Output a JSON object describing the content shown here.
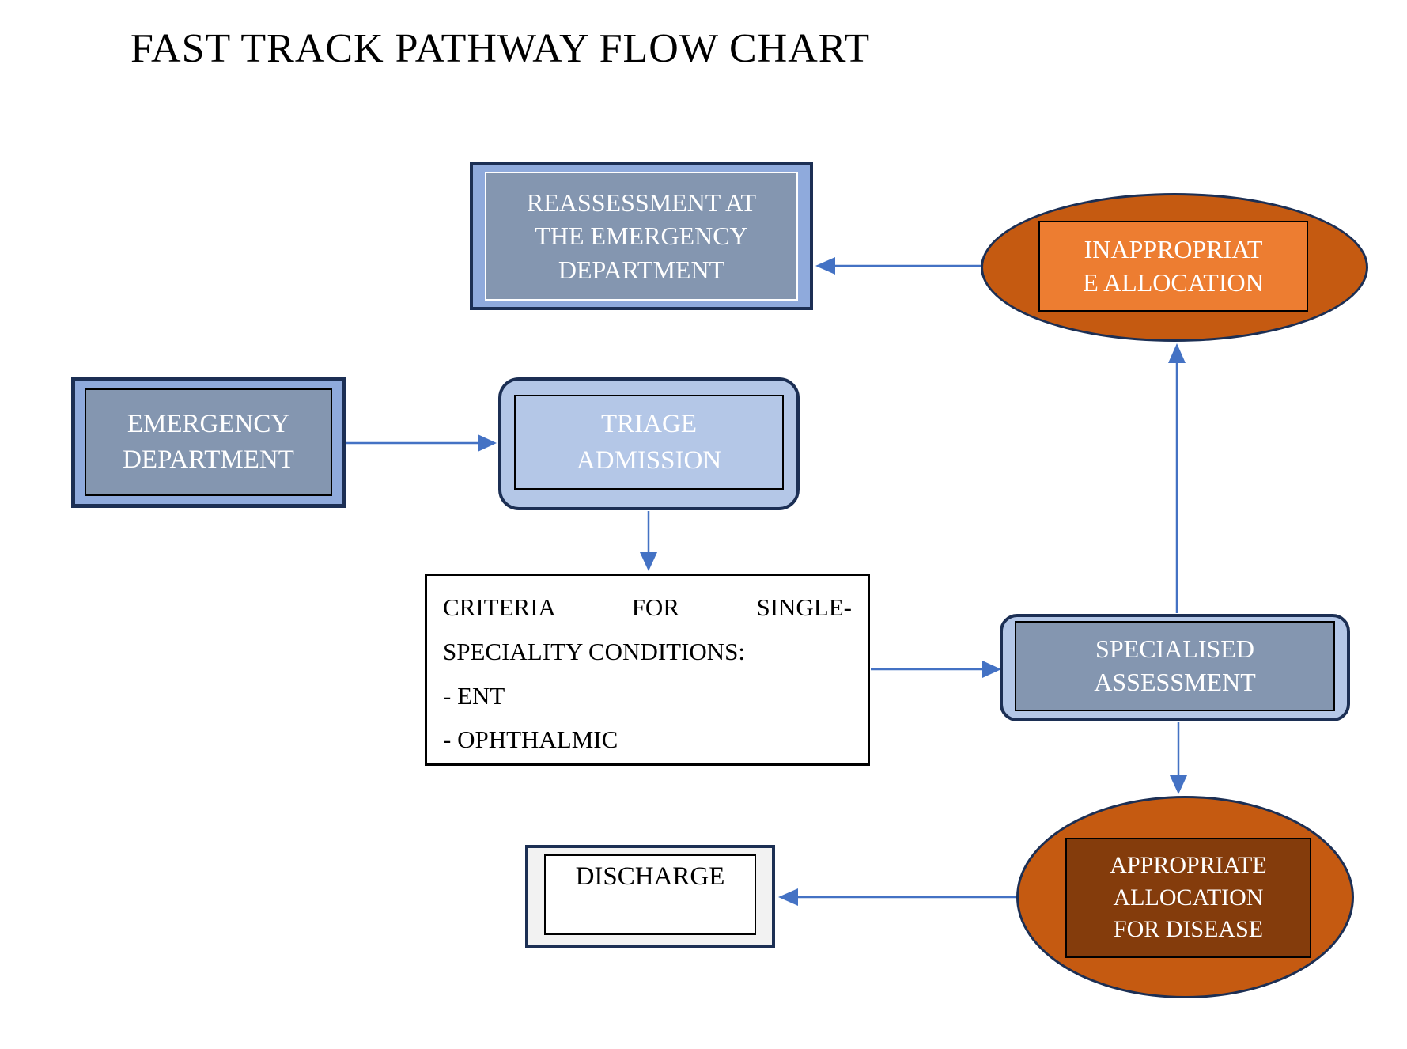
{
  "title": "FAST TRACK PATHWAY FLOW CHART",
  "nodes": {
    "reassessment": {
      "lines": [
        "REASSESSMENT AT",
        "THE EMERGENCY",
        "DEPARTMENT"
      ]
    },
    "inappropriate": {
      "lines": [
        "INAPPROPRIAT",
        "E ALLOCATION"
      ]
    },
    "emergency": {
      "lines": [
        "EMERGENCY",
        "DEPARTMENT"
      ]
    },
    "triage": {
      "lines": [
        "TRIAGE",
        "ADMISSION"
      ]
    },
    "criteria": {
      "lines": [
        "CRITERIA FOR SINGLE-",
        "SPECIALITY CONDITIONS:",
        "- ENT",
        "- OPHTHALMIC"
      ]
    },
    "specialised": {
      "lines": [
        "SPECIALISED",
        "ASSESSMENT"
      ]
    },
    "appropriate": {
      "lines": [
        "APPROPRIATE",
        "ALLOCATION",
        "FOR DISEASE"
      ]
    },
    "discharge": {
      "label": "DISCHARGE"
    }
  },
  "colors": {
    "outline_navy": "#1C2F54",
    "light_blue": "#8FAADC",
    "pale_blue": "#B4C7E7",
    "slate_blue": "#8496B0",
    "arrow_blue": "#4472C4",
    "ellipse_orange": "#C55A11",
    "inner_orange": "#ED7D31",
    "inner_brown": "#843C0C",
    "discharge_frame_gray": "#F2F2F2"
  }
}
